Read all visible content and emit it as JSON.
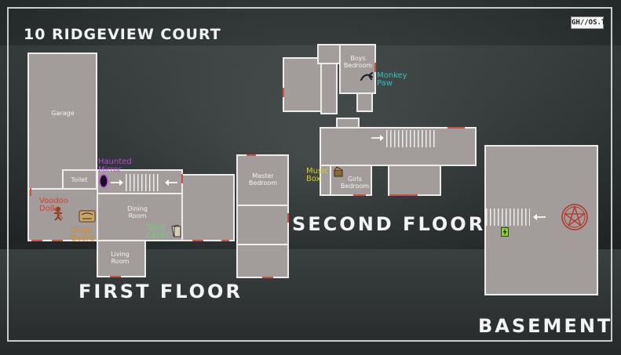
{
  "map": {
    "title": "10 RIDGEVIEW COURT",
    "badge": "GH//OS.T",
    "floors": {
      "first": "FIRST FLOOR",
      "second": "SECOND FLOOR",
      "basement": "BASEMENT"
    },
    "rooms": {
      "garage": "Garage",
      "toilet": "Toilet",
      "dining": "Dining\nRoom",
      "living": "Living\nRoom",
      "master": "Master\nBedroom",
      "boys": "Boys\nBedroom",
      "girls": "Girls\nBedroom"
    },
    "items": {
      "haunted_mirror": "Haunted\nMirror",
      "voodoo_doll": "Voodoo\nDoll",
      "ouija_board": "Ouija\nBoard",
      "tarot_cards": "Tarot\nCards",
      "monkey_paw": "Monkey\nPaw",
      "music_box": "Music\nBox"
    },
    "colors": {
      "room_fill": "#a29d9b",
      "wall": "#ececec",
      "door": "#c8533f",
      "haunted_mirror": "#b54bd6",
      "voodoo_doll": "#e0392e",
      "ouija_board": "#e08a12",
      "tarot_cards": "#6fd16f",
      "monkey_paw": "#2ec4c4",
      "music_box": "#d8cf18"
    }
  }
}
